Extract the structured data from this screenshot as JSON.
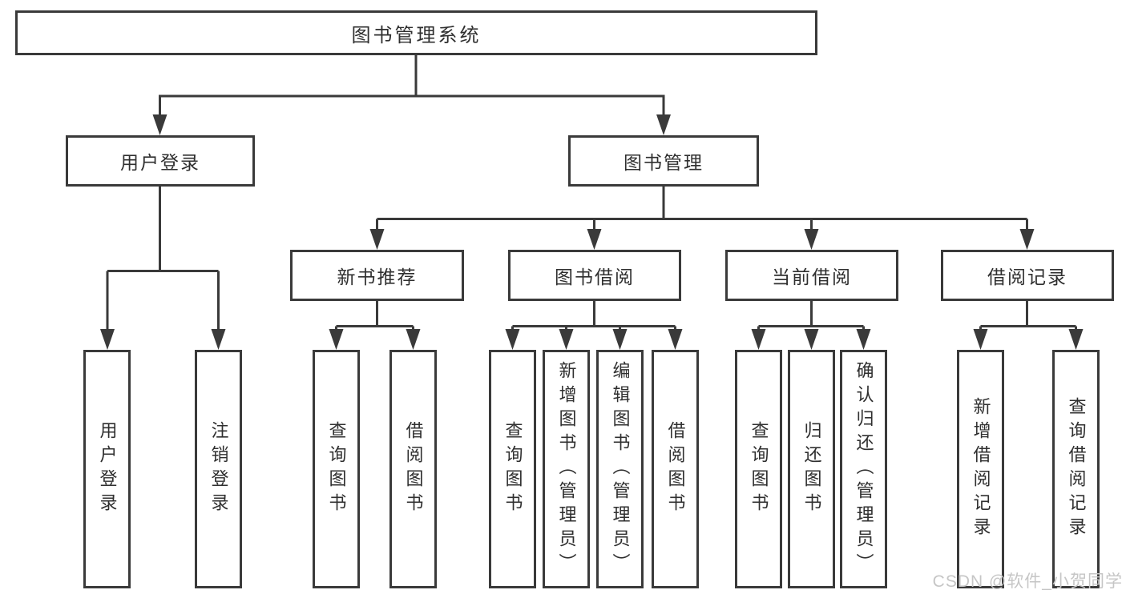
{
  "colors": {
    "line": "#3a3a3a",
    "text": "#2f2f2f",
    "background": "#ffffff",
    "watermark_gray": "#c6c6c6"
  },
  "diagram": {
    "root": {
      "label": "图书管理系统"
    },
    "level2": [
      {
        "label": "用户登录"
      },
      {
        "label": "图书管理"
      }
    ],
    "level3": [
      {
        "label": "新书推荐"
      },
      {
        "label": "图书借阅"
      },
      {
        "label": "当前借阅"
      },
      {
        "label": "借阅记录"
      }
    ],
    "leaves": {
      "user": [
        "用户登录",
        "注销登录"
      ],
      "recommend": [
        "查询图书",
        "借阅图书"
      ],
      "borrow": [
        "查询图书",
        "新增图书（管理员）",
        "编辑图书（管理员）",
        "借阅图书"
      ],
      "current": [
        "查询图书",
        "归还图书",
        "确认归还（管理员）"
      ],
      "record": [
        "新增借阅记录",
        "查询借阅记录"
      ]
    }
  },
  "watermark": {
    "text": "CSDN @软件_小贺同学"
  }
}
